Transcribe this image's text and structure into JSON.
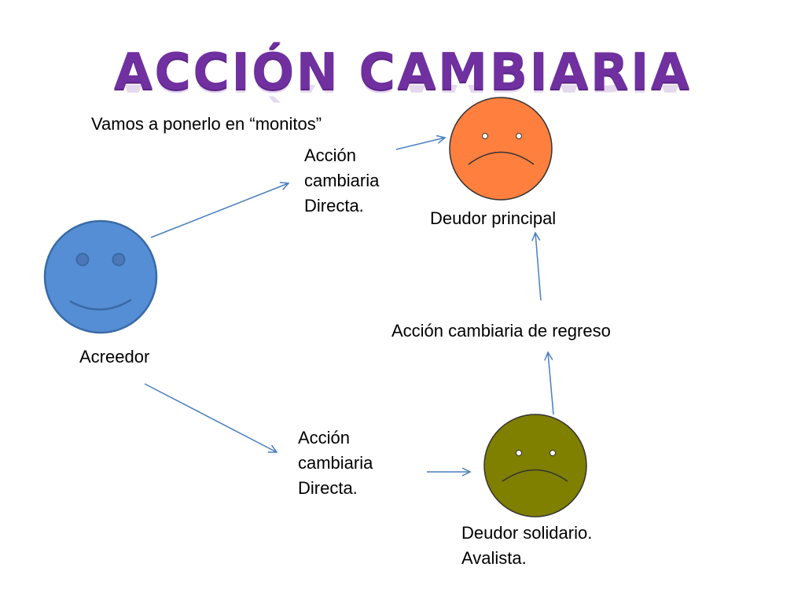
{
  "title": "ACCIÓN CAMBIARIA",
  "subtitle": "Vamos a ponerlo en “monitos”",
  "labels": {
    "accion_directa_top": [
      "Acción",
      "cambiaria",
      "Directa."
    ],
    "deudor_principal": "Deudor principal",
    "accion_regreso": "Acción cambiaria de regreso",
    "acreedor": "Acreedor",
    "accion_directa_bottom": [
      "Acción",
      "cambiaria",
      "Directa."
    ],
    "deudor_solidario": [
      "Deudor solidario.",
      "Avalista."
    ]
  },
  "faces": {
    "acreedor": {
      "fill": "#558ed5",
      "stroke": "#3a6aa6",
      "mood": "happy"
    },
    "deudor_principal": {
      "fill": "#ff7f3f",
      "stroke": "#333333",
      "mood": "sad"
    },
    "deudor_solidario": {
      "fill": "#7f7f00",
      "stroke": "#333333",
      "mood": "sad"
    }
  },
  "colors": {
    "title": "#7030a0",
    "arrow": "#4a7ebb"
  }
}
